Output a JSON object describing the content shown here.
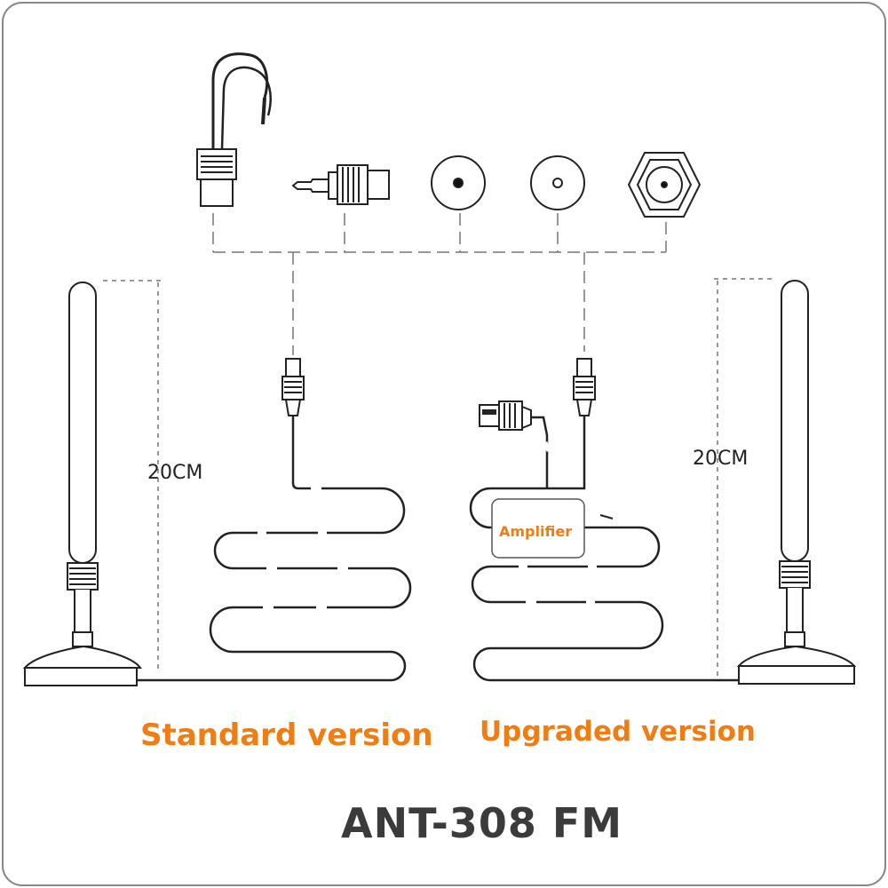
{
  "labels": {
    "height_left": "20CM",
    "height_right": "20CM",
    "amplifier": "Amplifier",
    "standard_version": "Standard version",
    "upgraded_version": "Upgraded version",
    "product_title": "ANT-308 FM"
  },
  "colors": {
    "accent": "#f07d12",
    "title": "#3b3b3b",
    "line": "#222222",
    "dash": "#777777",
    "frame": "#888888"
  },
  "icons": [
    "wire-lead-connector-icon",
    "3.5mm-jack-icon",
    "coax-female-solid-icon",
    "coax-female-ring-icon",
    "f-type-hex-connector-icon",
    "usb-plug-icon",
    "antenna-rod-icon",
    "magnetic-base-icon"
  ]
}
